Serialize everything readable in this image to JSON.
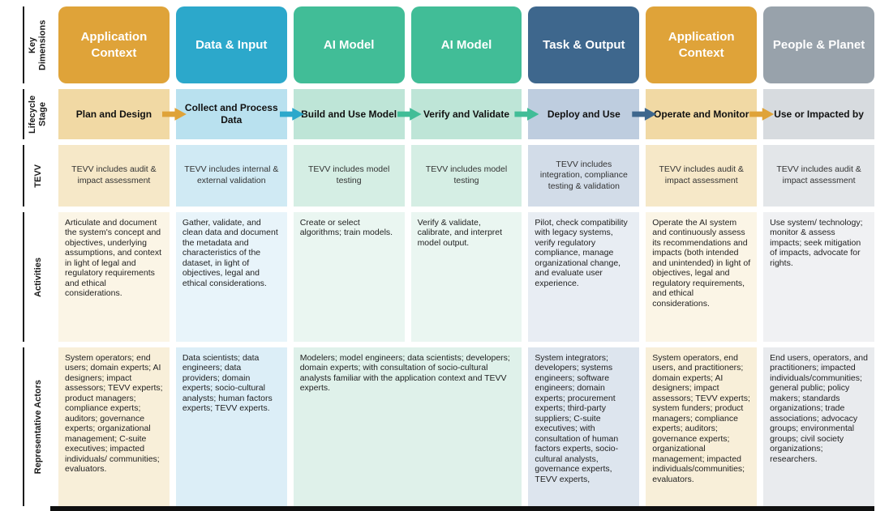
{
  "row_labels": {
    "key_dimensions": "Key Dimensions",
    "lifecycle_stage": "Lifecycle Stage",
    "tevv": "TEVV",
    "activities": "Activities",
    "representative_actors": "Representative Actors"
  },
  "columns": [
    {
      "header": "Application Context",
      "stage": "Plan and Design",
      "tevv": "TEVV includes audit & impact assessment",
      "activities": "Articulate and document the system's concept and objectives, underlying assumptions, and context in light of legal and regulatory requirements and ethical considerations.",
      "actors": "System operators; end users; domain experts; AI designers; impact assessors; TEVV experts; product managers; compliance experts; auditors; governance experts; organizational management; C-suite executives; impacted individuals/ communities; evaluators.",
      "colors": {
        "header": "#DFA339",
        "stage": "#F1D9A4",
        "tevv": "#F6E8C8",
        "activities": "#FBF5E6",
        "actors": "#F8EFD9"
      }
    },
    {
      "header": "Data & Input",
      "stage": "Collect and Process Data",
      "tevv": "TEVV includes internal & external validation",
      "activities": "Gather, validate, and clean data and document the metadata and characteristics of the dataset, in light of objectives, legal and ethical considerations.",
      "actors": "Data scientists; data engineers; data providers; domain experts; socio-cultural analysts; human factors experts; TEVV experts.",
      "colors": {
        "header": "#2CA8CB",
        "stage": "#B9E1EF",
        "tevv": "#D0EAF4",
        "activities": "#E8F4FA",
        "actors": "#DCEEF7"
      }
    },
    {
      "header": "AI Model",
      "stage": "Build and Use Model",
      "tevv": "TEVV includes model testing",
      "activities": "Create or select algorithms; train models.",
      "colors": {
        "header": "#41BD97",
        "stage": "#BEE5D7",
        "tevv": "#D5EEE4",
        "activities": "#EAF6F1"
      }
    },
    {
      "header": "AI Model",
      "stage": "Verify and Validate",
      "tevv": "TEVV includes model testing",
      "activities": "Verify & validate, calibrate, and interpret model output.",
      "colors": {
        "header": "#41BD97",
        "stage": "#BEE5D7",
        "tevv": "#D5EEE4",
        "activities": "#EAF6F1"
      }
    },
    {
      "header": "Task & Output",
      "stage": "Deploy and Use",
      "tevv": "TEVV includes integration, compliance testing & validation",
      "activities": "Pilot, check compatibility with legacy systems, verify regulatory compliance, manage organizational change, and evaluate user experience.",
      "actors": "System integrators; developers; systems engineers; software engineers; domain experts; procurement experts; third-party suppliers; C-suite executives; with consultation of human factors experts, socio-cultural analysts, governance experts, TEVV experts,",
      "colors": {
        "header": "#3E678D",
        "stage": "#BECDDF",
        "tevv": "#D2DCE8",
        "activities": "#E8EDF3",
        "actors": "#DDE5EE"
      }
    },
    {
      "header": "Application Context",
      "stage": "Operate and Monitor",
      "tevv": "TEVV includes audit & impact assessment",
      "activities": "Operate the AI system and continuously assess its recommendations and impacts (both intended and unintended) in light of objectives, legal and regulatory requirements, and ethical considerations.",
      "actors": "System operators, end users, and practitioners; domain experts; AI designers; impact assessors; TEVV experts; system funders; product managers; compliance experts; auditors; governance experts; organizational management; impacted individuals/communities; evaluators.",
      "colors": {
        "header": "#DFA339",
        "stage": "#F1D9A4",
        "tevv": "#F6E8C8",
        "activities": "#FBF5E6",
        "actors": "#F8EFD9"
      }
    },
    {
      "header": "People & Planet",
      "stage": "Use or Impacted by",
      "tevv": "TEVV includes audit & impact assessment",
      "activities": "Use system/ technology; monitor & assess impacts; seek mitigation of impacts, advocate for rights.",
      "actors": "End users, operators, and practitioners; impacted individuals/communities; general public; policy makers; standards organizations; trade associations; advocacy groups; environmental groups; civil society organizations; researchers.",
      "colors": {
        "header": "#98A2AB",
        "stage": "#D7DBDF",
        "tevv": "#E3E6E9",
        "activities": "#F0F1F3",
        "actors": "#E9EBEE"
      }
    }
  ],
  "merged_actors": {
    "text": "Modelers; model engineers; data scientists; developers; domain experts; with consultation of socio-cultural analysts familiar with the application context and TEVV experts.",
    "color": "#DFF1EA"
  },
  "arrows": [
    {
      "name": "plan-to-collect",
      "color": "#DFA339"
    },
    {
      "name": "collect-to-build",
      "color": "#2CA8CB"
    },
    {
      "name": "build-to-verify",
      "color": "#41BD97"
    },
    {
      "name": "verify-to-deploy",
      "color": "#41BD97"
    },
    {
      "name": "deploy-to-operate",
      "color": "#3E678D"
    },
    {
      "name": "operate-to-use",
      "color": "#DFA339"
    }
  ]
}
